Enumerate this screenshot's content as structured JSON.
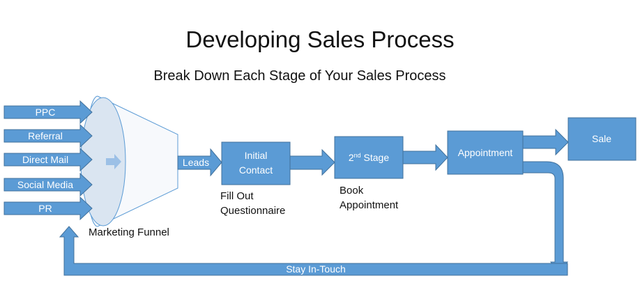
{
  "title": "Developing Sales Process",
  "subtitle": "Break Down Each Stage of Your Sales Process",
  "inputs": [
    "PPC",
    "Referral",
    "Direct Mail",
    "Social Media",
    "PR"
  ],
  "funnel_label": "Marketing Funnel",
  "leads_label": "Leads",
  "stages": {
    "initial_contact": "Initial\nContact",
    "second_stage_main": "2",
    "second_stage_sup": "nd",
    "second_stage_rest": " Stage",
    "appointment": "Appointment",
    "sale": "Sale"
  },
  "notes": {
    "fill_out": "Fill Out\nQuestionnaire",
    "book": "Book\nAppointment"
  },
  "loop_label": "Stay In-Touch",
  "colors": {
    "box_fill": "#5b9bd5",
    "box_stroke": "#41719c",
    "funnel_fill": "#dee7f2",
    "funnel_stroke": "#5b9bd5"
  }
}
